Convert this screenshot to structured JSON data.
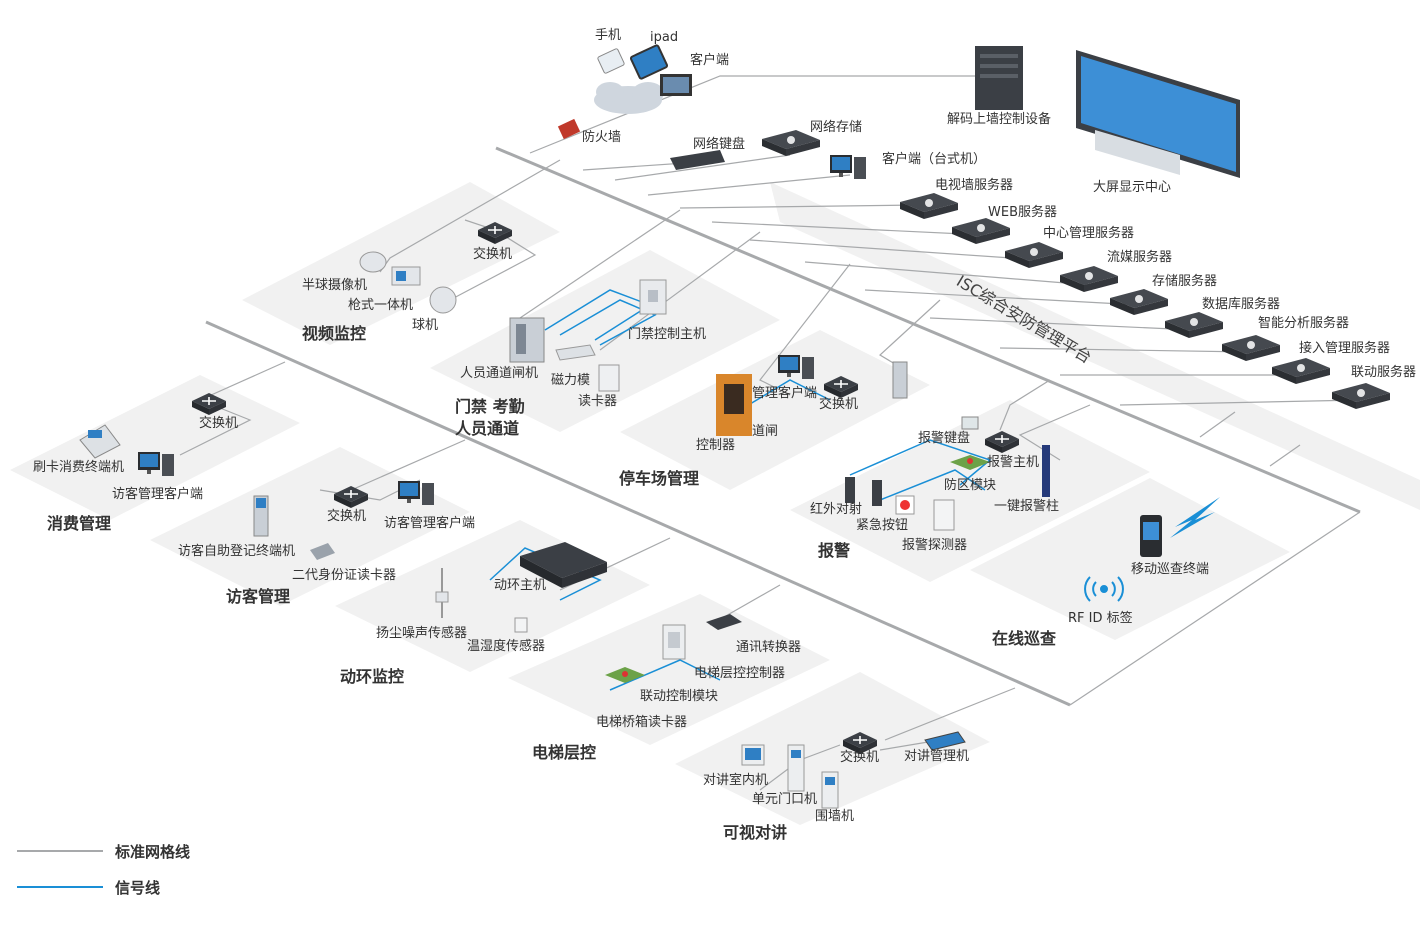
{
  "colors": {
    "grid_line": "#a7a9ab",
    "signal_line": "#1a8fd6",
    "zone": "#f1f1f1",
    "text": "#333333",
    "device_dark": "#3b3f45",
    "screen_blue": "#2f7fc4"
  },
  "top_devices": {
    "phone": "手机",
    "ipad": "ipad",
    "client": "客户端",
    "firewall": "防火墙",
    "decoder": "解码上墙控制设备",
    "video_wall": "大屏显示中心",
    "net_keyboard": "网络键盘",
    "net_storage": "网络存储",
    "desktop_client": "客户端（台式机）"
  },
  "platform": {
    "label": "ISC综合安防管理平台",
    "servers": [
      "电视墙服务器",
      "WEB服务器",
      "中心管理服务器",
      "流媒服务器",
      "存储服务器",
      "数据库服务器",
      "智能分析服务器",
      "接入管理服务器",
      "联动服务器"
    ]
  },
  "video": {
    "title": "视频监控",
    "switch": "交换机",
    "dome": "半球摄像机",
    "gun": "枪式一体机",
    "ball": "球机"
  },
  "access": {
    "title": "门禁 考勤\n人员通道",
    "controller": "门禁控制主机",
    "gate": "人员通道闸机",
    "maglock": "磁力模",
    "reader": "读卡器"
  },
  "parking": {
    "title": "停车场管理",
    "mgmt_client": "管理客户端",
    "switch": "交换机",
    "controller": "控制器",
    "barrier": "道闸"
  },
  "alarm": {
    "title": "报警",
    "keyboard": "报警键盘",
    "host": "报警主机",
    "zone_module": "防区模块",
    "ir": "红外对射",
    "emergency": "紧急按钮",
    "detector": "报警探测器",
    "pillar": "一键报警柱"
  },
  "patrol": {
    "title": "在线巡查",
    "terminal": "移动巡查终端",
    "rfid": "RF ID 标签"
  },
  "consume": {
    "title": "消费管理",
    "pos": "刷卡消费终端机",
    "switch": "交换机",
    "client": "访客管理客户端"
  },
  "visitor": {
    "title": "访客管理",
    "switch": "交换机",
    "client": "访客管理客户端",
    "kiosk": "访客自助登记终端机",
    "id_reader": "二代身份证读卡器"
  },
  "env": {
    "title": "动环监控",
    "host": "动环主机",
    "dust": "扬尘噪声传感器",
    "temp": "温湿度传感器"
  },
  "elevator": {
    "title": "电梯层控",
    "converter": "通讯转换器",
    "floor_ctrl": "电梯层控控制器",
    "link_module": "联动控制模块",
    "car_reader": "电梯桥箱读卡器"
  },
  "intercom": {
    "title": "可视对讲",
    "switch": "交换机",
    "mgmt": "对讲管理机",
    "indoor": "对讲室内机",
    "door": "单元门口机",
    "wall": "围墙机"
  },
  "legend": {
    "grid": "标准网格线",
    "signal": "信号线"
  }
}
